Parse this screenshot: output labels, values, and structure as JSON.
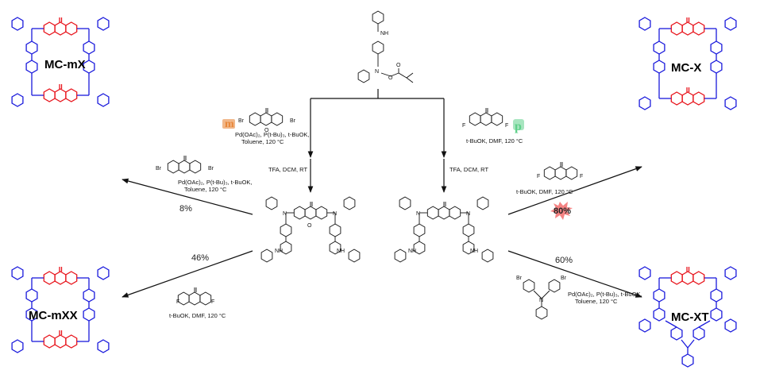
{
  "products": {
    "mc_mx": "MC-mX",
    "mc_mxx": "MC-mXX",
    "mc_x": "MC-X",
    "mc_xt": "MC-XT"
  },
  "markers": {
    "meta": "m",
    "para": "p"
  },
  "conditions": {
    "pd_line1": "Pd(OAc)₂, P(t-Bu)₃, t-BuOK,",
    "toluene": "Toluene, 120 °C",
    "tfa": "TFA, DCM, RT",
    "tbuok_dmf": "t-BuOK, DMF, 120 °C"
  },
  "yields": {
    "mc_mx": "8%",
    "mc_mxx": "46%",
    "mc_xt": "60%",
    "mc_x": "80%"
  },
  "atoms": {
    "nh": "NH",
    "n": "N",
    "o": "O",
    "br": "Br",
    "f": "F"
  },
  "colors": {
    "xanthone": "#e8141c",
    "amine": "#1a1adc",
    "meta_marker": "#e8873a",
    "para_marker": "#5fd08a",
    "yield_burst": "#f26d6d"
  }
}
